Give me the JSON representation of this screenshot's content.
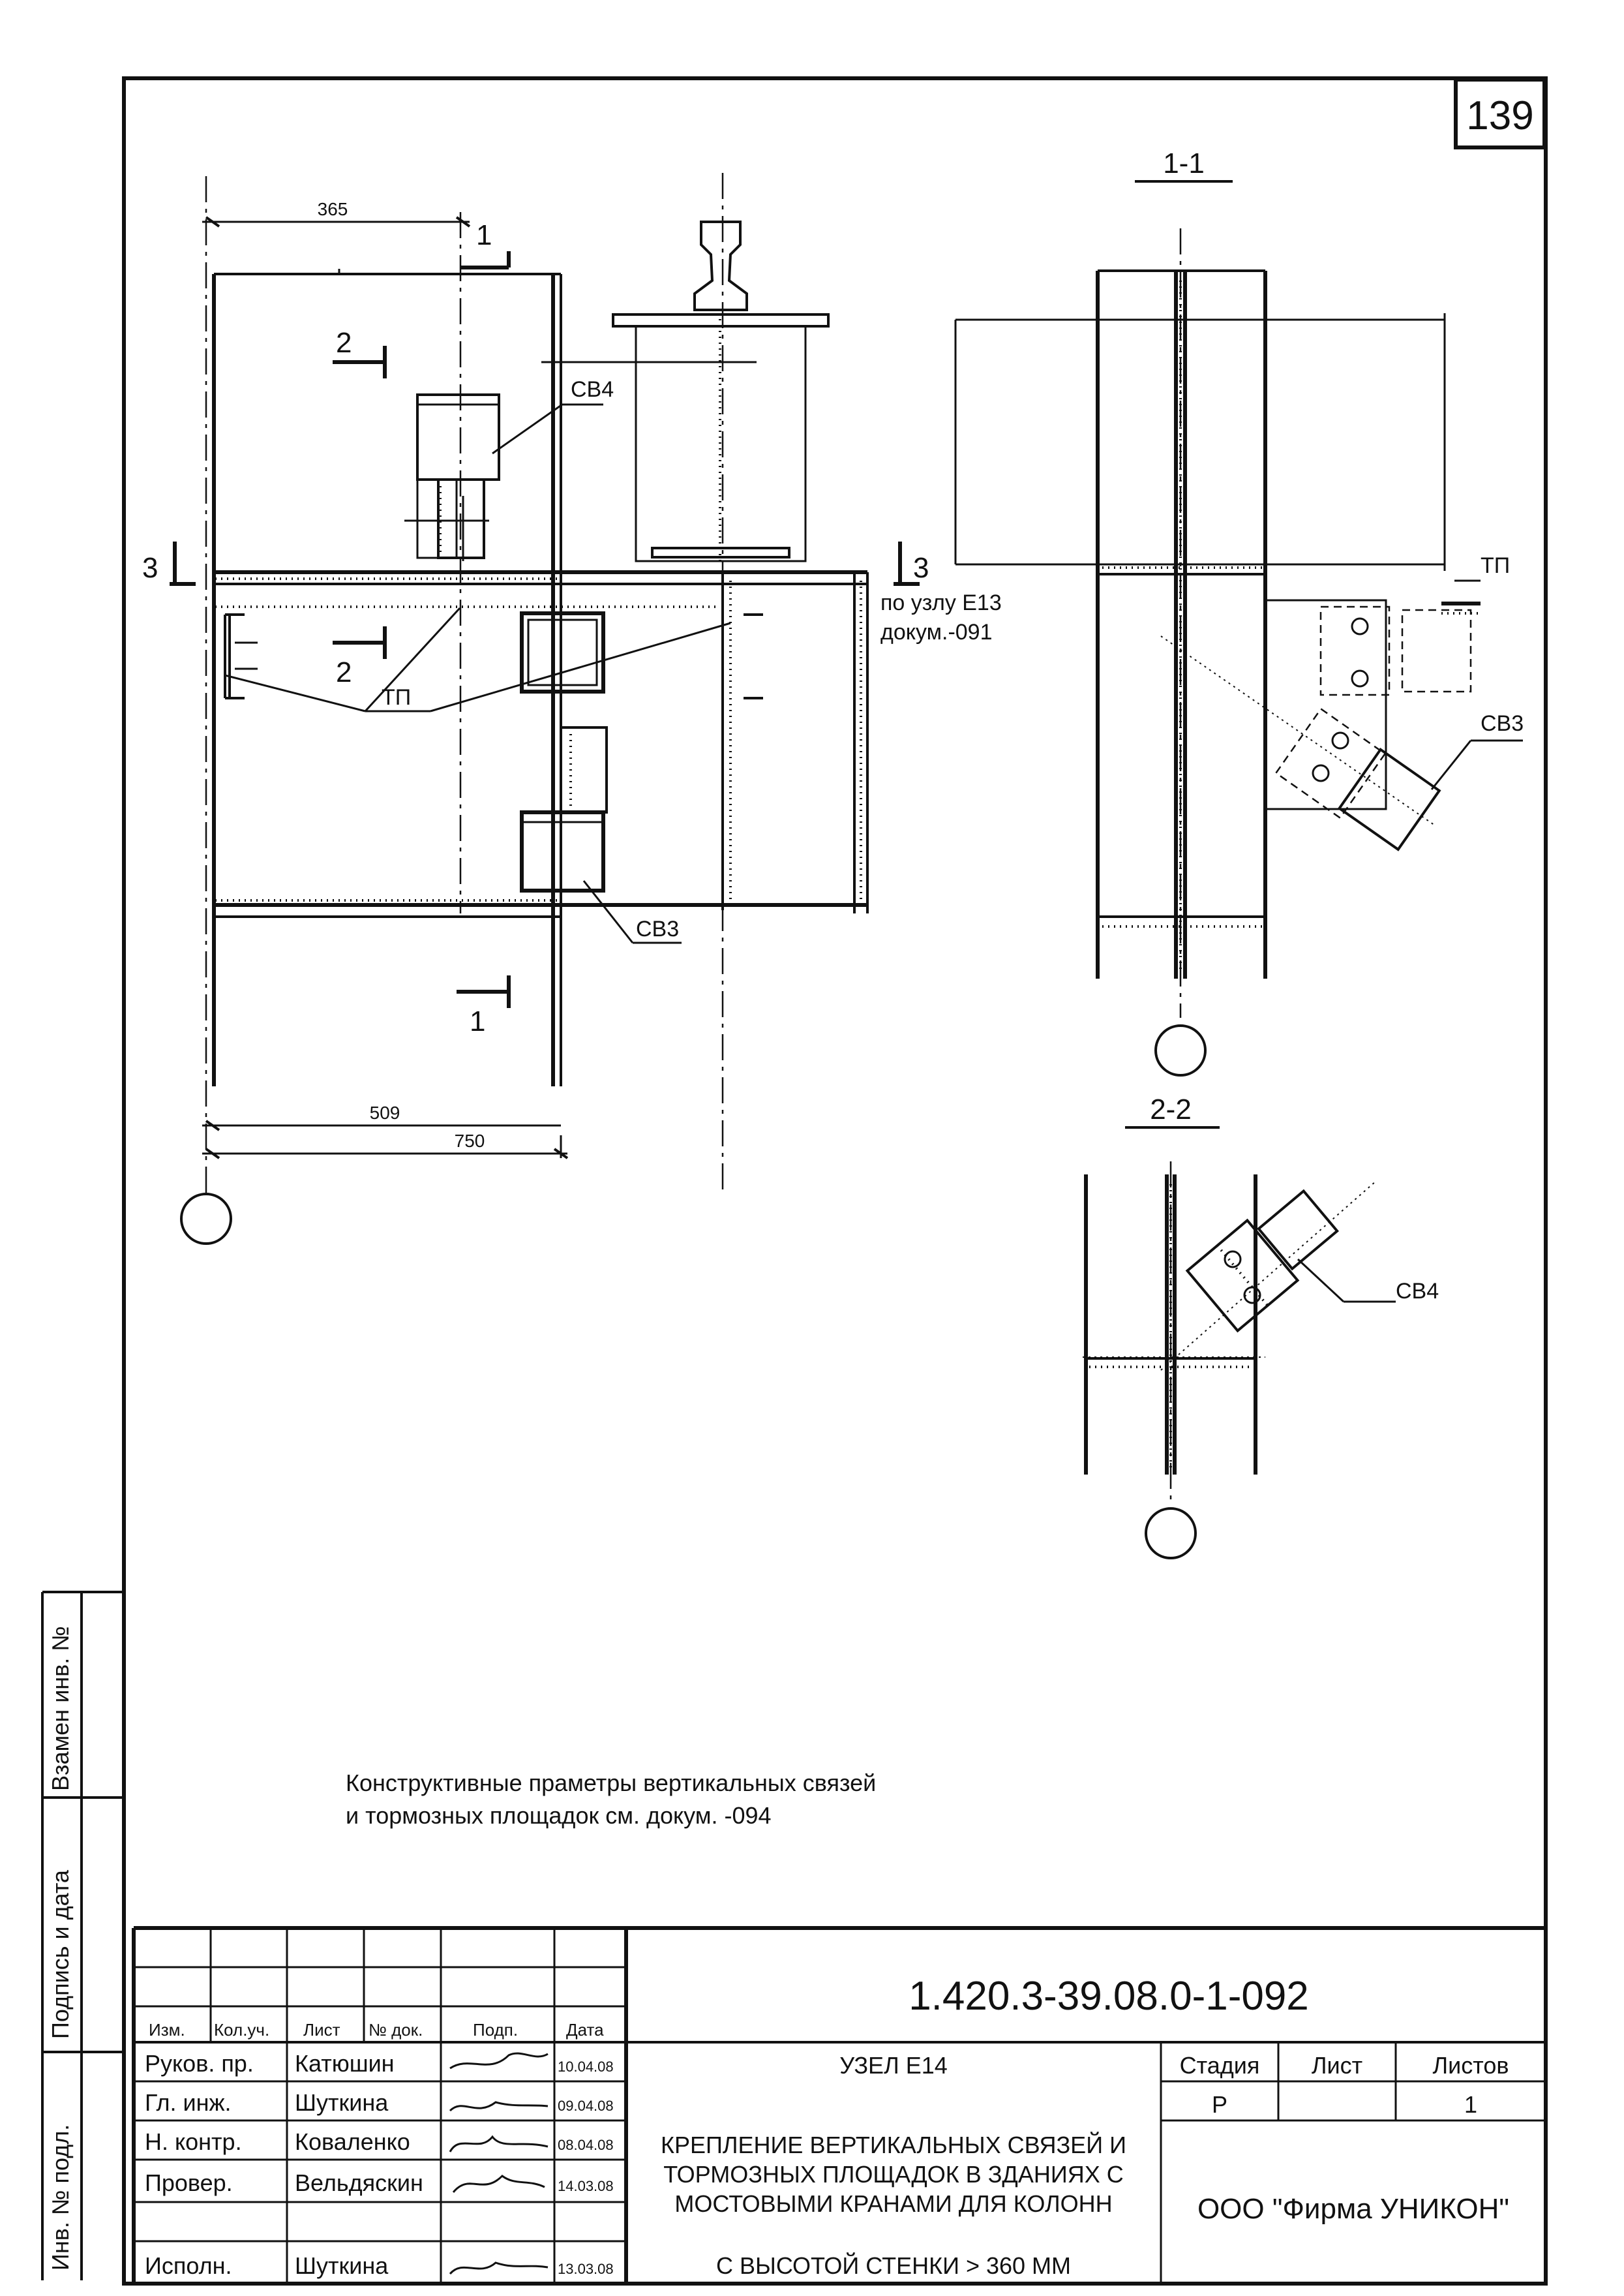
{
  "sheet_number": "139",
  "sections": {
    "s11": "1-1",
    "s22": "2-2"
  },
  "main_view": {
    "dim_365": "365",
    "dim_509": "509",
    "dim_750": "750",
    "cut_1_top": "1",
    "cut_1_bottom": "1",
    "cut_2_top": "2",
    "cut_2_mid": "2",
    "cut_3_left": "3",
    "cut_3_right": "3",
    "label_sv4": "СВ4",
    "label_sv3": "СВ3",
    "label_tp": "ТП",
    "ref_line1": "по узлу Е13",
    "ref_line2": "докум.-091"
  },
  "section_11": {
    "label_tp": "ТП",
    "label_sv3": "СВ3"
  },
  "section_22": {
    "label_sv4": "СВ4"
  },
  "note": {
    "line1": "Конструктивные праметры вертикальных связей",
    "line2": "и тормозных площадок см. докум. -094"
  },
  "side_stamp": {
    "vzamen": "Взамен инв. №",
    "podpis": "Подпись и дата",
    "inv_podl": "Инв. № подл."
  },
  "title_block": {
    "doc_code": "1.420.3-39.08.0-1-092",
    "headers": {
      "izm": "Изм.",
      "kol": "Кол.уч.",
      "list": "Лист",
      "ndok": "№ док.",
      "podp": "Подп.",
      "data": "Дата"
    },
    "rows": [
      {
        "role": "Руков. пр.",
        "name": "Катюшин",
        "date": "10.04.08"
      },
      {
        "role": "Гл. инж.",
        "name": "Шуткина",
        "date": "09.04.08"
      },
      {
        "role": "Н. контр.",
        "name": "Коваленко",
        "date": "08.04.08"
      },
      {
        "role": "Провер.",
        "name": "Вельдяскин",
        "date": "14.03.08"
      },
      {
        "role": "Исполн.",
        "name": "Шуткина",
        "date": "13.03.08"
      }
    ],
    "node_title": "УЗЕЛ Е14",
    "description": [
      "КРЕПЛЕНИЕ ВЕРТИКАЛЬНЫХ СВЯЗЕЙ И",
      "ТОРМОЗНЫХ ПЛОЩАДОК В ЗДАНИЯХ С",
      "МОСТОВЫМИ КРАНАМИ ДЛЯ  КОЛОНН",
      "С ВЫСОТОЙ СТЕНКИ > 360 ММ"
    ],
    "stage_label": "Стадия",
    "sheet_label": "Лист",
    "sheets_label": "Листов",
    "stage_value": "Р",
    "sheet_value": "",
    "sheets_value": "1",
    "organization": "ООО \"Фирма УНИКОН\""
  }
}
